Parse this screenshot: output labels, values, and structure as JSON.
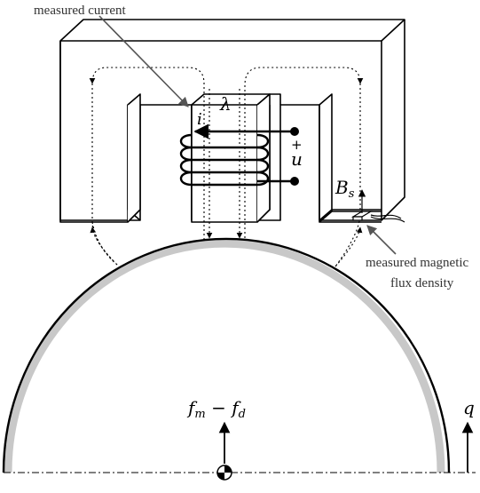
{
  "callouts": {
    "measured_current": "measured current",
    "measured_flux_line1": "measured magnetic",
    "measured_flux_line2": "flux density"
  },
  "symbols": {
    "lambda": "λ",
    "current": "i",
    "voltage": "u",
    "plus": "+",
    "flux_density": "B",
    "flux_density_sub": "s",
    "force": "f",
    "force_m_sub": "m",
    "minus": " − ",
    "force_d_sub": "d",
    "position": "q"
  },
  "colors": {
    "stroke": "#000000",
    "rotor_band": "#c8c8c8",
    "callout_arrow": "#555555"
  }
}
